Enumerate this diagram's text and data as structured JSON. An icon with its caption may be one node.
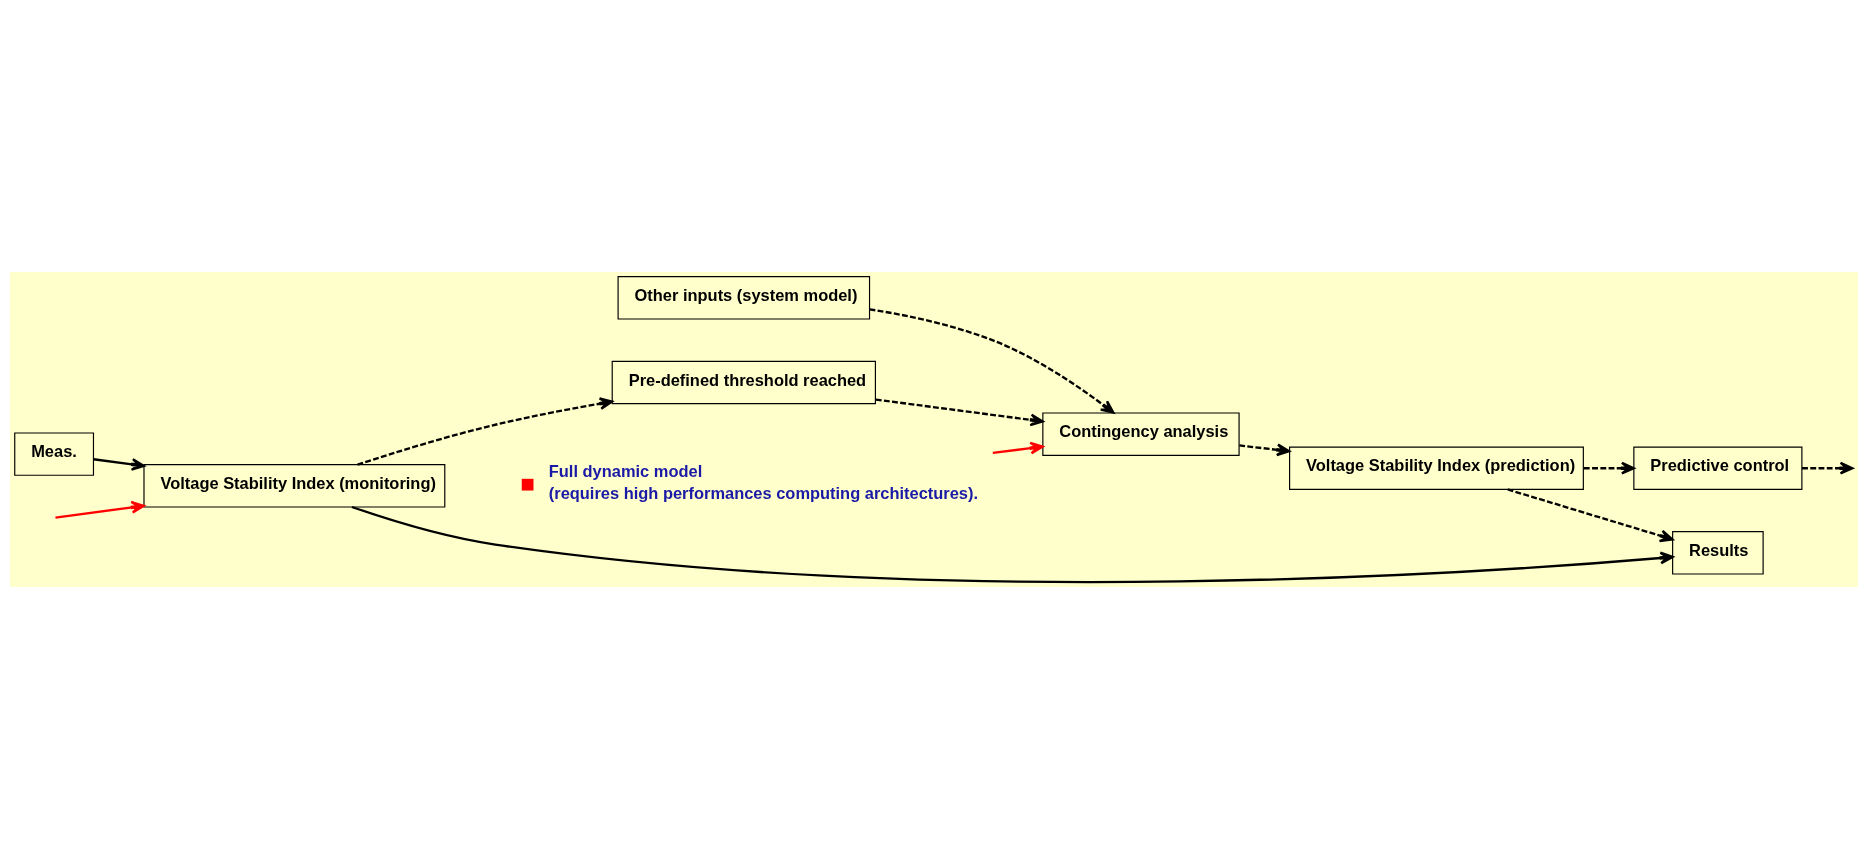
{
  "diagram": {
    "nodes": [
      {
        "text": [
          "Other inputs (system model)"
        ]
      },
      {
        "text": [
          "Contingency analysis"
        ]
      },
      {
        "text": [
          "Pre-defined threshold reached"
        ]
      },
      {
        "text": [
          "Voltage Stability Index (prediction)"
        ]
      },
      {
        "text": [
          "Meas."
        ]
      },
      {
        "text": [
          "Voltage Stability Index (monitoring)"
        ]
      },
      {
        "text": [
          "Results"
        ]
      },
      {
        "text": [
          "Predictive control"
        ]
      },
      {
        "text": [
          "Full dynamic model",
          "(requires high performances computing architectures)."
        ]
      }
    ],
    "edges": [
      {
        "from": 0,
        "to": 1,
        "arrow": "to",
        "style": "dashed"
      },
      {
        "from": 1,
        "to": 3,
        "arrow": "to",
        "style": "dashed"
      },
      {
        "from": 2,
        "to": 1,
        "arrow": "to",
        "style": "dashed"
      },
      {
        "from": 4,
        "to": 5,
        "arrow": "to"
      },
      {
        "from": 5,
        "to": 2,
        "arrow": "to",
        "style": "dashed"
      },
      {
        "from": 5,
        "to": 6,
        "arrow": "to"
      },
      {
        "from": 3,
        "to": 6,
        "arrow": "to",
        "style": "dashed"
      },
      {
        "from": 3,
        "to": 7,
        "arrow": "to",
        "style": "dashed"
      },
      {
        "from": 7,
        "to": null,
        "arrow": "to",
        "style": "dashed"
      },
      {
        "from": 8,
        "to": 1,
        "arrow": "to",
        "color": "#ff0000"
      },
      {
        "from": null,
        "to": 5,
        "arrow": "to",
        "color": "#ff0000"
      }
    ]
  }
}
